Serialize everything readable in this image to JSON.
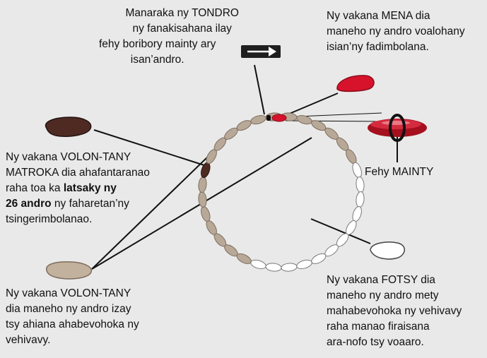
{
  "colors": {
    "background": "#e9e9e9",
    "bead_brown": "#b8a898",
    "bead_brown_stroke": "#7d6d5e",
    "bead_white": "#ffffff",
    "bead_white_stroke": "#7a7a7a",
    "bead_red": "#d7132b",
    "bead_dark": "#4e2a22",
    "ring_black": "#111111"
  },
  "icons": [
    "arrow-right-icon",
    "bead-dark-brown-icon",
    "bead-light-brown-icon",
    "bead-red-icon",
    "bead-white-icon",
    "ring-bead-icon"
  ],
  "annotations": {
    "red_arrow": {
      "lines": [
        "Manaraka ny TONDRO",
        "ny fanakisahana ilay",
        "fehy boribory mainty ary",
        "isan’andro."
      ]
    },
    "red_bead": {
      "lines": [
        "Ny vakana MENA dia",
        "maneho ny andro voalohany",
        "isian’ny fadimbolana."
      ]
    },
    "dark_bead": {
      "line1": "Ny vakana VOLON-TANY",
      "line2": "MATROKA dia ahafantaranao",
      "line3": "raha toa ka",
      "line3_bold": "latsaky ny",
      "line4_bold": "26 andro",
      "line4": "ny faharetan’ny",
      "line5": "tsingerimbolanao."
    },
    "ring": {
      "label": "Fehy MAINTY"
    },
    "brown_bead": {
      "lines": [
        "Ny vakana VOLON-TANY",
        "dia maneho ny andro izay",
        "tsy ahiana ahabevohoka ny",
        "vehivavy."
      ]
    },
    "white_bead": {
      "lines": [
        "Ny vakana FOTSY dia",
        "maneho ny andro mety",
        "mahabevohoka ny vehivavy",
        "raha manao firaisana",
        "ara-nofo tsy voaaro."
      ]
    }
  }
}
